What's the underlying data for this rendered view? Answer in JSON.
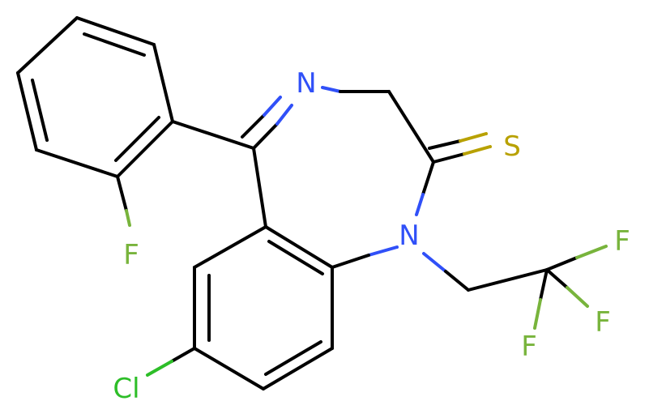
{
  "atoms": {
    "n_imine": {
      "label": "N",
      "color": "#3050F8"
    },
    "n_amide": {
      "label": "N",
      "color": "#3050F8"
    },
    "s_thione": {
      "label": "S",
      "color": "#B8A100"
    },
    "f_aryl": {
      "label": "F",
      "color": "#78B43C"
    },
    "f1": {
      "label": "F",
      "color": "#78B43C"
    },
    "f2": {
      "label": "F",
      "color": "#78B43C"
    },
    "f3": {
      "label": "F",
      "color": "#78B43C"
    },
    "cl": {
      "label": "Cl",
      "color": "#2DBE28"
    }
  },
  "colors": {
    "bond": "#000000",
    "nitrogen": "#3050F8",
    "sulfur": "#B8A100",
    "fluorine": "#78B43C",
    "chlorine": "#2DBE28",
    "background": "#FFFFFF"
  }
}
